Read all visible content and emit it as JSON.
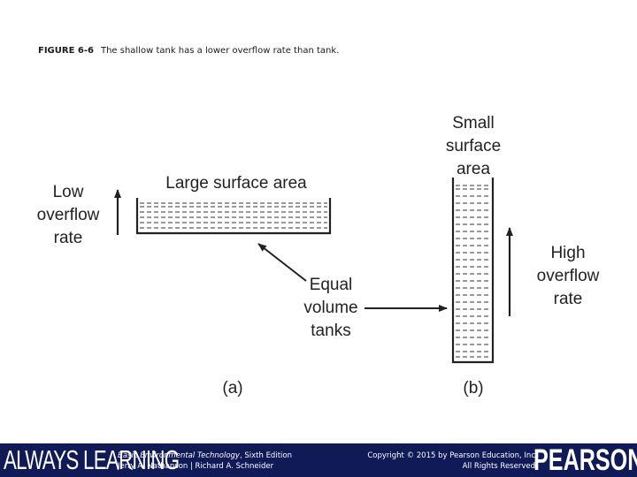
{
  "caption": {
    "number": "FIGURE 6-6",
    "text": "The shallow tank has a lower overflow rate than tank."
  },
  "diagram": {
    "tank_a": {
      "label": "Large surface area",
      "overflow": [
        "Low",
        "overflow",
        "rate"
      ],
      "panel": "(a)"
    },
    "tank_b": {
      "label": [
        "Small",
        "surface",
        "area"
      ],
      "overflow": [
        "High",
        "overflow",
        "rate"
      ],
      "panel": "(b)"
    },
    "center_label": [
      "Equal",
      "volume",
      "tanks"
    ]
  },
  "footer": {
    "tagline": "ALWAYS LEARNING",
    "book_title": "Basic Environmental Technology",
    "book_edition": ", Sixth Edition",
    "authors": "Jerry A. Nathanson | Richard A. Schneider",
    "copyright": "Copyright © 2015 by Pearson Education, Inc",
    "rights": "All Rights Reserved",
    "brand": "PEARSON"
  }
}
